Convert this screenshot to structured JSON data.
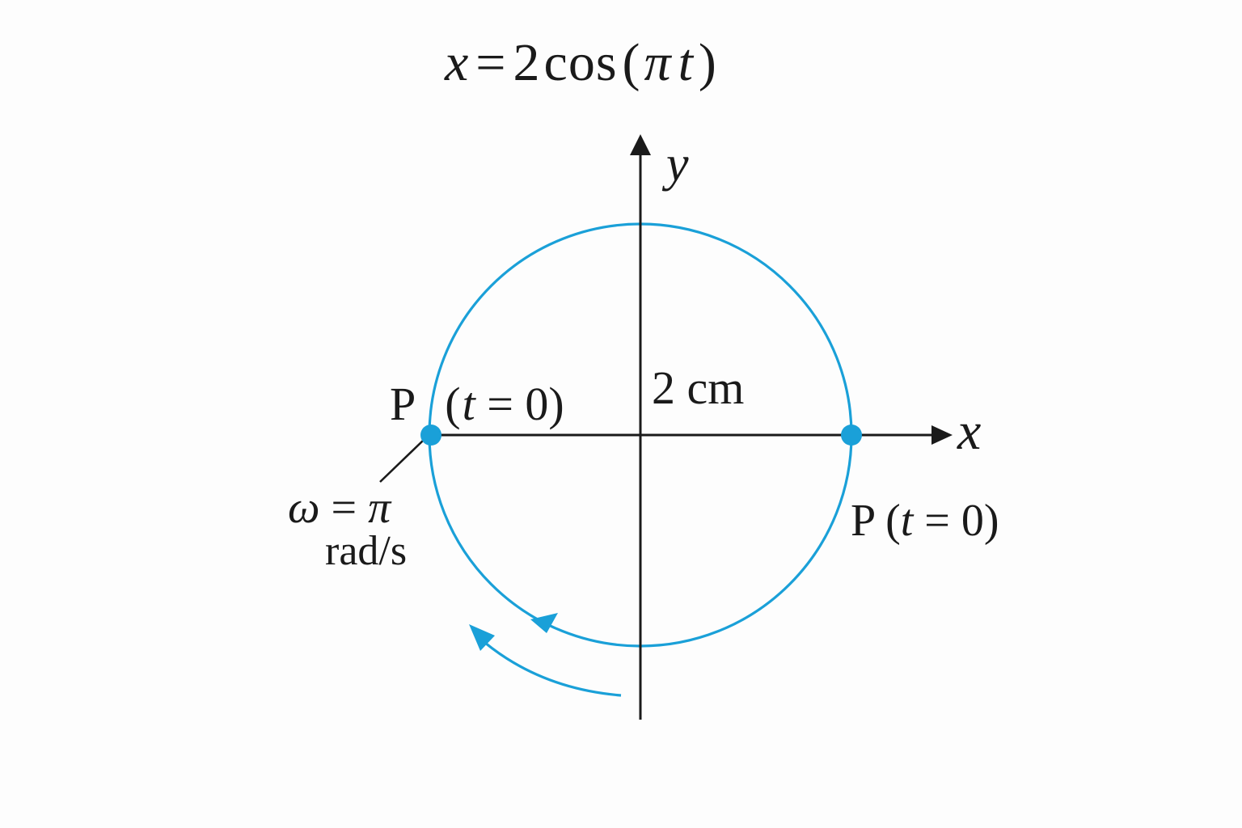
{
  "diagram": {
    "equation": {
      "var": "x",
      "eq": "=",
      "coef": "2",
      "func": "cos",
      "open": "(",
      "pi": "π",
      "t": "t",
      "close": ")"
    },
    "axes": {
      "x_label": "x",
      "y_label": "y"
    },
    "radius_label": "2 cm",
    "point_left": {
      "name": "P",
      "open": "(",
      "t": "t",
      "rest": " = 0)"
    },
    "point_right": {
      "name": "P",
      "open": " (",
      "t": "t",
      "rest": " = 0)"
    },
    "omega": {
      "symbol": "ω",
      "eq": " = ",
      "pi": "π",
      "unit": "rad/s"
    },
    "colors": {
      "circle": "#1aa0d8",
      "axis": "#1a1a1a",
      "text": "#1a1a1a",
      "background": "#fdfdfd"
    }
  }
}
